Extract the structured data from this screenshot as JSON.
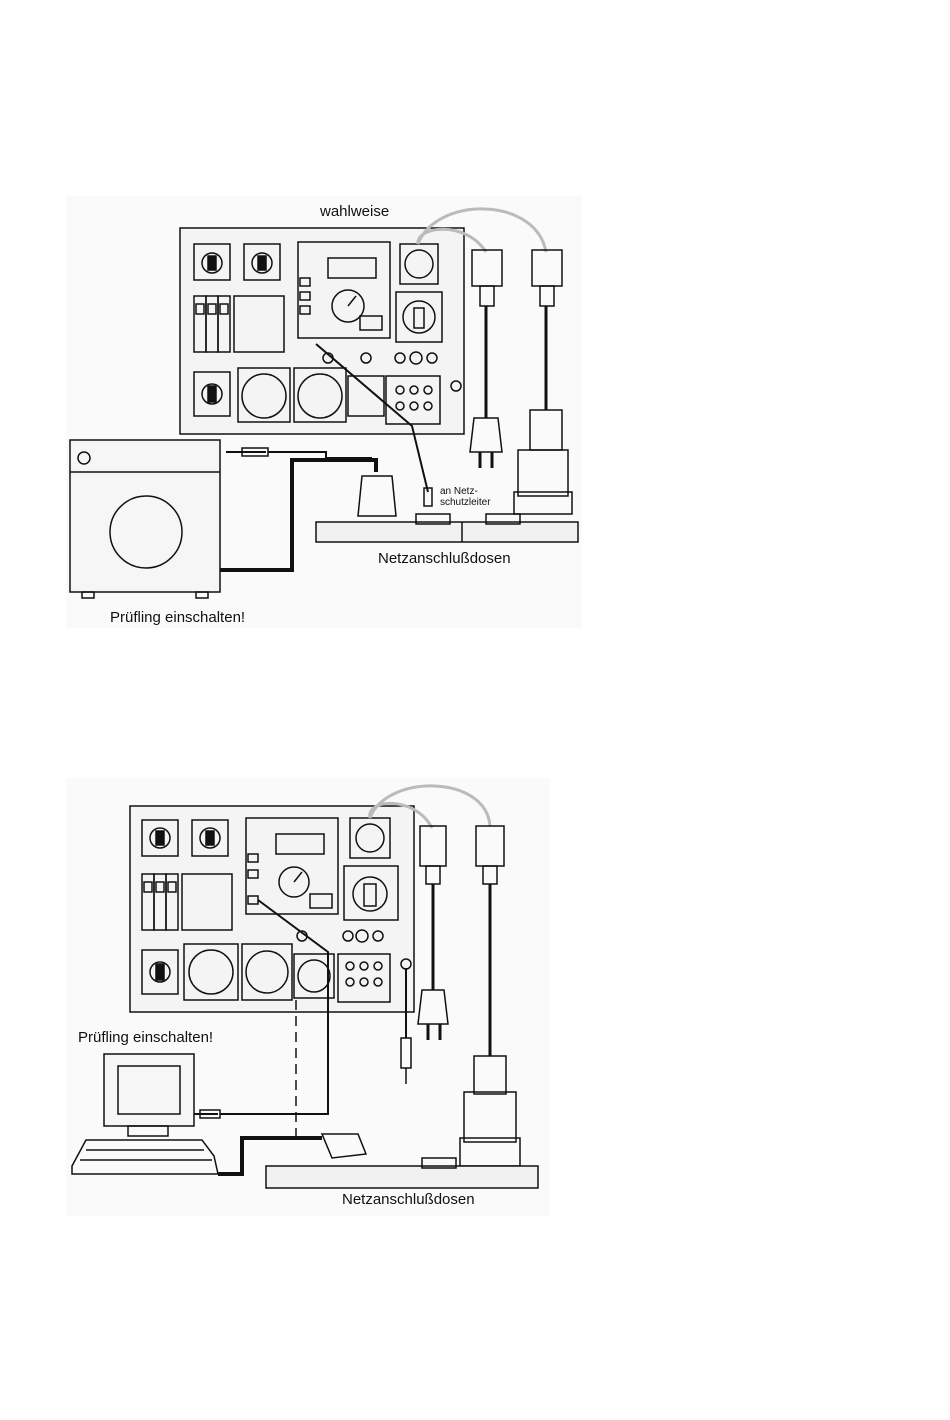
{
  "figures": [
    {
      "labels": {
        "option": "wahlweise",
        "pe_note_line1": "an Netz-",
        "pe_note_line2": "schutzleiter",
        "sockets": "Netzanschlußdosen",
        "instruction": "Prüfling einschalten!"
      },
      "device": "washing-machine"
    },
    {
      "labels": {
        "instruction": "Prüfling einschalten!",
        "sockets": "Netzanschlußdosen"
      },
      "device": "computer"
    }
  ]
}
